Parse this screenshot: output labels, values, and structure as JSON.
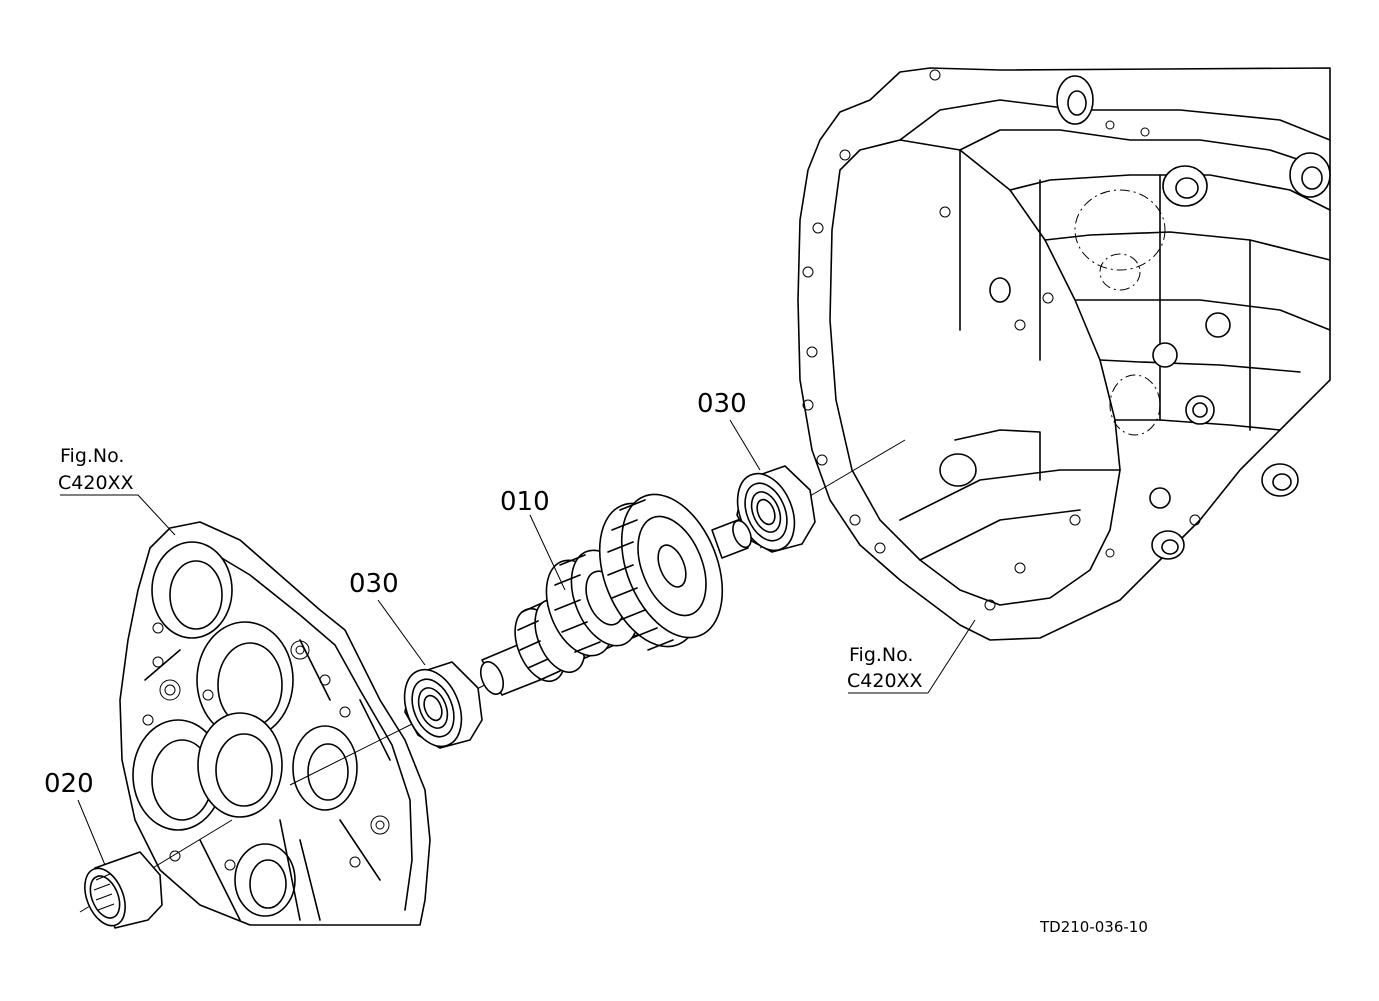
{
  "callouts": {
    "gear_shaft": "010",
    "needle_bearing": "020",
    "bearing_left": "030",
    "bearing_right": "030"
  },
  "fig_refs": {
    "left": {
      "line1": "Fig.No.",
      "line2": "C420XX"
    },
    "right": {
      "line1": "Fig.No.",
      "line2": "C420XX"
    }
  },
  "drawing_id": "TD210-036-10"
}
